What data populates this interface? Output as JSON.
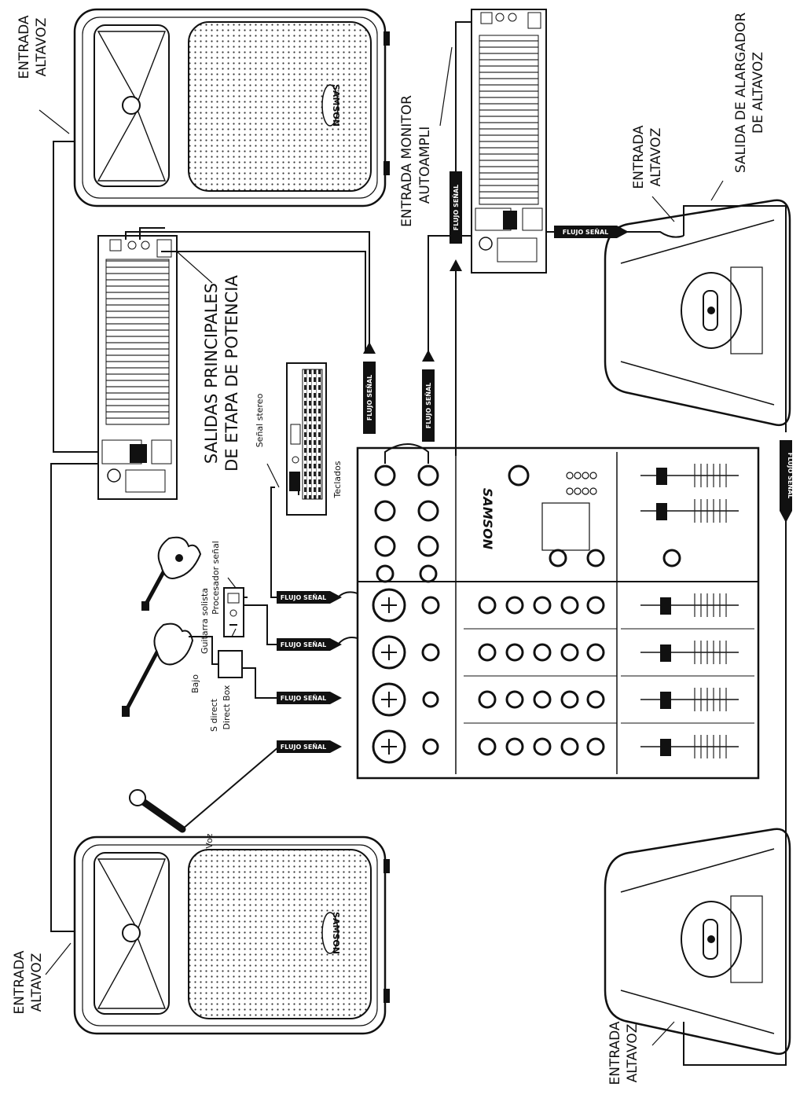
{
  "labels": {
    "entrada": "ENTRADA",
    "altavoz": "ALTAVOZ",
    "entrada_monitor": "ENTRADA MONITOR",
    "autoampli": "AUTOAMPLI",
    "salida_alargador": "SALIDA DE ALARGADOR",
    "de_altavoz": "DE ALTAVOZ",
    "salidas_principales": "SALIDAS PRINCIPALES",
    "etapa_potencia": "DE ETAPA DE POTENCIA",
    "senal_stereo": "Señal stereo",
    "teclados": "Teclados",
    "guitarra_solista": "Guitarra solista",
    "procesador_senal": "Procesador señal",
    "bajo": "Bajo",
    "s_direct": "S direct",
    "direct_box": "Direct Box",
    "voz": "Voz",
    "flujo_senal": "FLUJO SEÑAL"
  },
  "branding": {
    "mixer_brand": "SAMSON",
    "speaker_brand": "SAMSON"
  },
  "colors": {
    "line": "#111111",
    "paper": "#ffffff",
    "tag_bg": "#111111"
  }
}
